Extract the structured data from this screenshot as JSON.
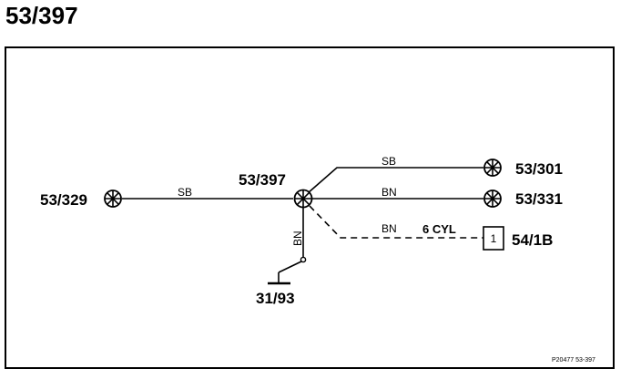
{
  "title": "53/397",
  "diagram": {
    "center_node": "53/397",
    "left_node": "53/329",
    "right_top_node": "53/301",
    "right_mid_node": "53/331",
    "connector_node": "54/1B",
    "connector_pin": "1",
    "ground_node": "31/93",
    "wires": {
      "left": "SB",
      "top_right": "SB",
      "mid_right": "BN",
      "dashed_right": "BN",
      "ground": "BN"
    },
    "variant_note": "6 CYL",
    "reference": "P20477  53-397"
  }
}
